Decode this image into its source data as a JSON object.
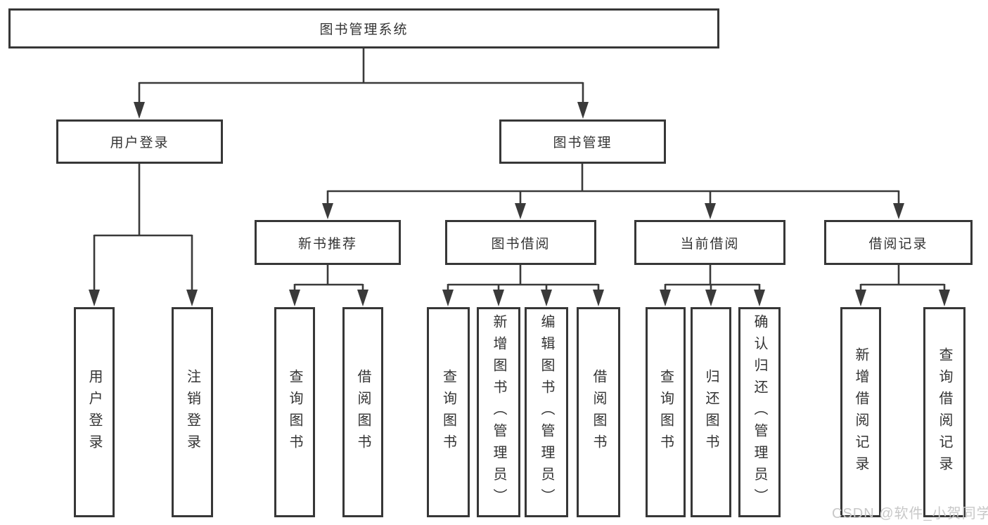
{
  "diagram": {
    "title": "图书管理系统",
    "branches": [
      {
        "label": "用户登录",
        "children": [
          {
            "label": "用户登录"
          },
          {
            "label": "注销登录"
          }
        ]
      },
      {
        "label": "图书管理",
        "children": [
          {
            "label": "新书推荐",
            "children": [
              {
                "label": "查询图书"
              },
              {
                "label": "借阅图书"
              }
            ]
          },
          {
            "label": "图书借阅",
            "children": [
              {
                "label": "查询图书"
              },
              {
                "label": "新增图书（管理员）"
              },
              {
                "label": "编辑图书（管理员）"
              },
              {
                "label": "借阅图书"
              }
            ]
          },
          {
            "label": "当前借阅",
            "children": [
              {
                "label": "查询图书"
              },
              {
                "label": "归还图书"
              },
              {
                "label": "确认归还（管理员）"
              }
            ]
          },
          {
            "label": "借阅记录",
            "children": [
              {
                "label": "新增借阅记录"
              },
              {
                "label": "查询借阅记录"
              }
            ]
          }
        ]
      }
    ]
  },
  "watermark": {
    "text": "CSDN @软件_小贺同学"
  },
  "colors": {
    "line": "#3a3a3a",
    "border": "#373737",
    "text": "#333333",
    "watermark": "#c8c8c8",
    "background": "#ffffff"
  }
}
